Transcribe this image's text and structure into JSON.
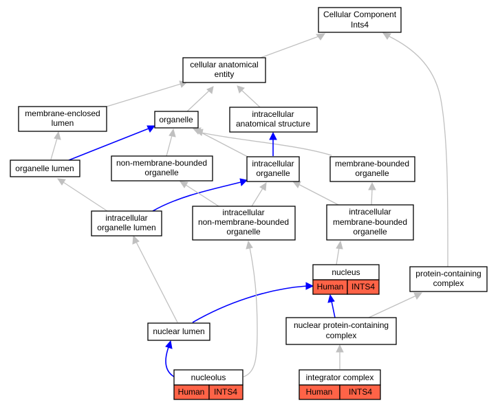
{
  "nodes": {
    "cellular_component": {
      "lines": [
        "Cellular Component",
        "Ints4"
      ]
    },
    "cellular_anatomical_entity": {
      "lines": [
        "cellular anatomical",
        "entity"
      ]
    },
    "membrane_enclosed_lumen": {
      "lines": [
        "membrane-enclosed",
        "lumen"
      ]
    },
    "organelle": {
      "lines": [
        "organelle"
      ]
    },
    "intracellular_anatomical_structure": {
      "lines": [
        "intracellular",
        "anatomical structure"
      ]
    },
    "organelle_lumen": {
      "lines": [
        "organelle lumen"
      ]
    },
    "non_membrane_bounded_organelle": {
      "lines": [
        "non-membrane-bounded",
        "organelle"
      ]
    },
    "intracellular_organelle": {
      "lines": [
        "intracellular",
        "organelle"
      ]
    },
    "membrane_bounded_organelle": {
      "lines": [
        "membrane-bounded",
        "organelle"
      ]
    },
    "intracellular_organelle_lumen": {
      "lines": [
        "intracellular",
        "organelle lumen"
      ]
    },
    "intracellular_non_membrane_bounded_organelle": {
      "lines": [
        "intracellular",
        "non-membrane-bounded",
        "organelle"
      ]
    },
    "intracellular_membrane_bounded_organelle": {
      "lines": [
        "intracellular",
        "membrane-bounded",
        "organelle"
      ]
    },
    "nucleus": {
      "lines": [
        "nucleus"
      ],
      "badges": [
        "Human",
        "INTS4"
      ]
    },
    "protein_containing_complex": {
      "lines": [
        "protein-containing",
        "complex"
      ]
    },
    "nuclear_lumen": {
      "lines": [
        "nuclear lumen"
      ]
    },
    "nuclear_protein_containing_complex": {
      "lines": [
        "nuclear protein-containing",
        "complex"
      ]
    },
    "nucleolus": {
      "lines": [
        "nucleolus"
      ],
      "badges": [
        "Human",
        "INTS4"
      ]
    },
    "integrator_complex": {
      "lines": [
        "integrator complex"
      ],
      "badges": [
        "Human",
        "INTS4"
      ]
    }
  },
  "colors": {
    "badge_fill": "#ff6347",
    "edge_default": "#c0c0c0",
    "edge_highlight": "#0000ff"
  }
}
